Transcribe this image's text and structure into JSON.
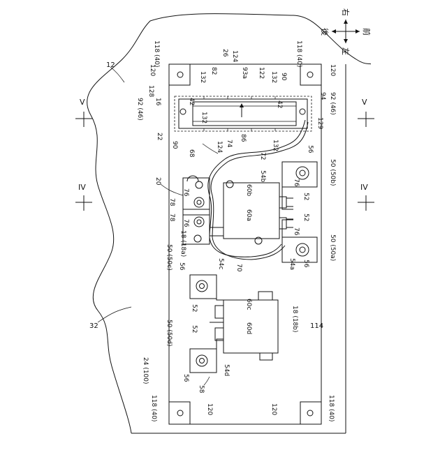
{
  "directions": {
    "right": "右",
    "rear": "後",
    "front": "前",
    "left": "左"
  },
  "section_marks": {
    "v": "V",
    "iv": "IV"
  },
  "labels": {
    "n12": "12",
    "n32": "32",
    "n114": "114",
    "n118_tl": "118 (40)",
    "n118_tr": "118 (40)",
    "n118_bl": "118 (40)",
    "n118_br": "118 (40)",
    "n120_tl": "120",
    "n120_tr": "120",
    "n120_bl": "120",
    "n120_br": "120",
    "n26": "26",
    "n124_top": "124",
    "n93a": "93a",
    "n82": "82",
    "n132_a": "132",
    "n132_b": "132",
    "n132_c": "132",
    "n132_d": "132",
    "n122": "122",
    "n90_top": "90",
    "n128": "128",
    "n16": "16",
    "n42_l": "42",
    "n42_r": "42",
    "n92_l": "92 (46)",
    "n92_r": "92 (46)",
    "n94": "94",
    "n129": "129",
    "n22": "22",
    "n90_bot": "90",
    "n86": "86",
    "n124_bot": "124",
    "n74": "74",
    "n72": "72",
    "n68": "68",
    "n56_1": "56",
    "n50b": "50 (50b)",
    "n54b": "54b",
    "n76_1": "76",
    "n60b": "60b",
    "n52_1": "52",
    "n60a": "60a",
    "n52_2": "52",
    "n76_2": "76",
    "n20": "20",
    "n76_3": "76",
    "n78_1": "78",
    "n78_2": "78",
    "n76_4": "76",
    "n18a": "18 (18a)",
    "n70": "70",
    "n54c": "54c",
    "n54a": "54a",
    "n56_2": "56",
    "n50a": "50 (50a)",
    "n50c": "50 (50c)",
    "n56_3": "56",
    "n52_3": "52",
    "n60c": "60c",
    "n52_4": "52",
    "n60d": "60d",
    "n18b": "18 (18b)",
    "n50d": "50 (50d)",
    "n24": "24 (100)",
    "n54d": "54d",
    "n56_4": "56",
    "n58": "58"
  }
}
